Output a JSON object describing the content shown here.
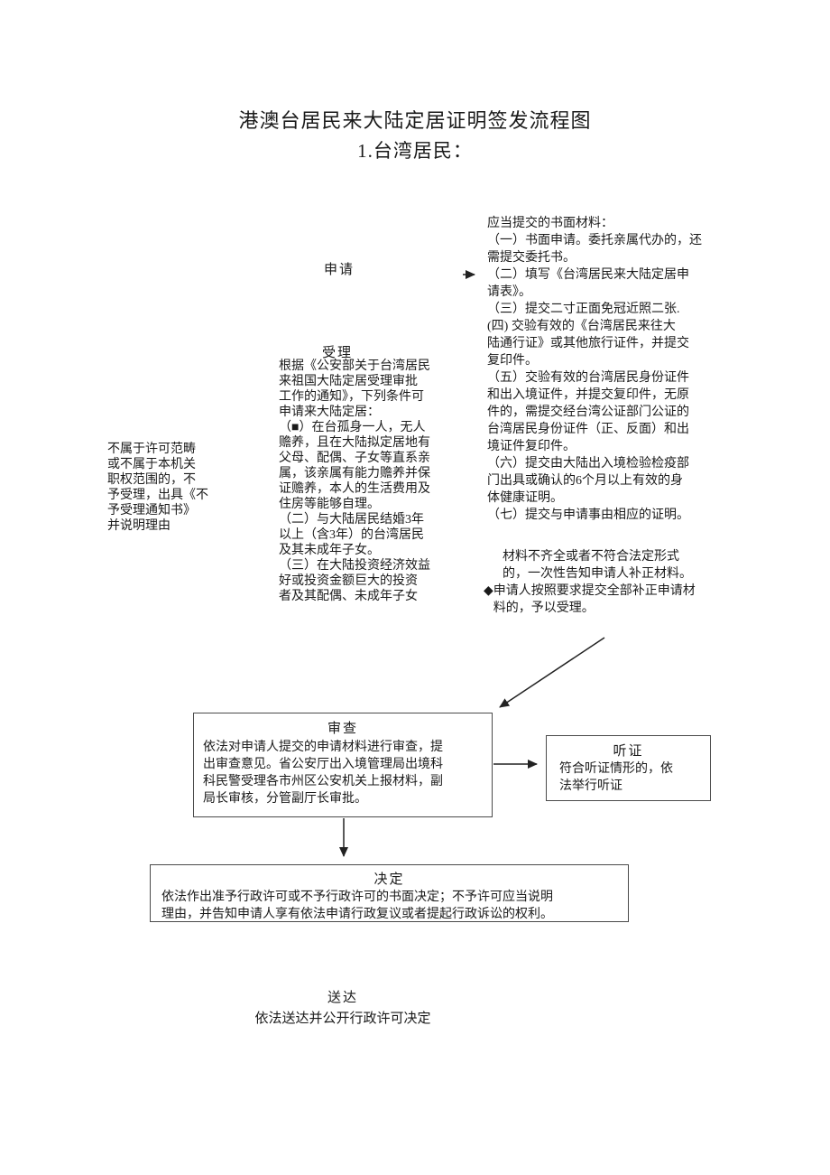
{
  "doc": {
    "title": "港澳台居民来大陆定居证明签发流程图",
    "subtitle": "1.台湾居民："
  },
  "steps": {
    "apply": {
      "label": "申请"
    },
    "materials": {
      "text": "应当提交的书面材料：\n（一）书面申请。委托亲属代办的，还\n需提交委托书。\n（二）填写《台湾居民来大陆定居申\n请表》。\n（三）提交二寸正面免冠近照二张.\n(四) 交验有效的《台湾居民来往大\n陆通行证》或其他旅行证件，并提交\n复印件。\n（五）交验有效的台湾居民身份证件\n和出入境证件，并提交复印件，无原\n件的，需提交经台湾公证部门公证的\n台湾居民身份证件（正、反面）和出\n境证件复印件。\n（六）提交由大陆出入境检验检疫部\n门出具或确认的6个月以上有效的身\n体健康证明。\n（七）提交与申请事由相应的证明。"
    },
    "accept": {
      "label": "受理",
      "text": "根据《公安部关于台湾居民\n来祖国大陆定居受理审批\n工作的通知》，下列条件可\n申请来大陆定居：\n（■）在台孤身一人，无人\n赡养，且在大陆拟定居地有\n父母、配偶、子女等直系亲\n属，该亲属有能力赡养并保\n证赡养，本人的生活费用及\n住房等能够自理。\n（二）与大陆居民结婚3年\n以上（含3年）的台湾居民\n及其未成年子女。\n（三）在大陆投资经济效益\n好或投资金额巨大的投资\n者及其配偶、未成年子女"
    },
    "reject_note": {
      "text": "不属于许可范畴\n或不属于本机关\n职权范围的，不\n予受理，出具《不\n予受理通知书》\n并说明理由"
    },
    "supplement": {
      "notice": "材料不齐全或者不符合法定形式\n的，一次性告知申请人补正材料。",
      "bullet": "◆",
      "resubmit": "申请人按照要求提交全部补正申请材\n料的，予以受理。"
    },
    "review": {
      "label": "审查",
      "text": "依法对申请人提交的申请材料进行审查，提\n出审查意见。省公安厅出入境管理局出境科\n科民警受理各市州区公安机关上报材料，副\n局长审核，分管副厅长审批。"
    },
    "hearing": {
      "label": "听证",
      "text": "符合听证情形的，依\n法举行听证"
    },
    "decision": {
      "label": "决定",
      "text": "依法作出准予行政许可或不予行政许可的书面决定；不予许可应当说明\n理由，并告知申请人享有依法申请行政复议或者提起行政诉讼的权利。"
    },
    "delivery": {
      "label": "送达",
      "text": "依法送达并公开行政许可决定"
    }
  },
  "colors": {
    "text": "#1a1a1a",
    "box_border": "#4a4a4a",
    "arrow": "#222222",
    "background": "#ffffff"
  }
}
